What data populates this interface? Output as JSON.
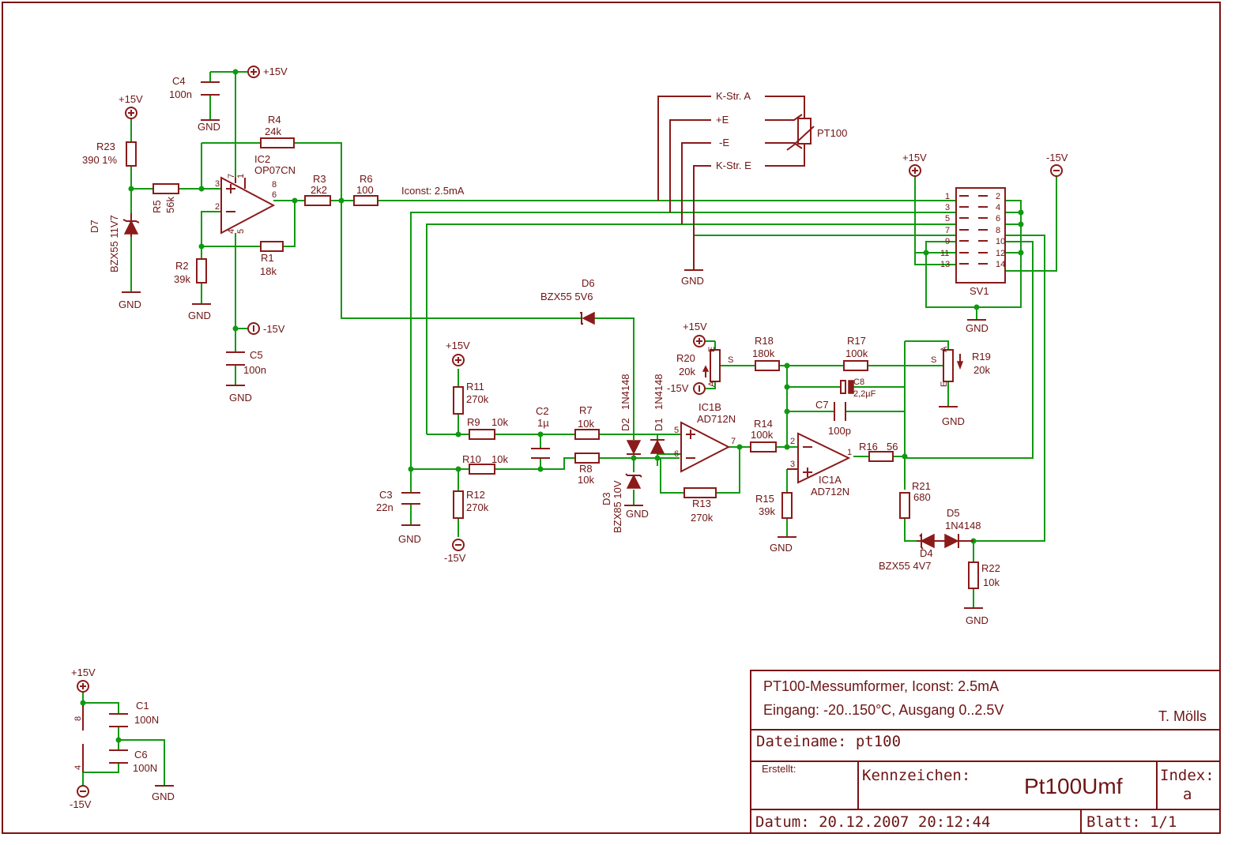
{
  "title_block": {
    "line1": "PT100-Messumformer, Iconst: 2.5mA",
    "line2": "Eingang: -20..150°C, Ausgang 0..2.5V",
    "author": "T. Mölls",
    "dateiname": "Dateiname:  pt100",
    "erstellt": "Erstellt:",
    "kennzeichen_label": "Kennzeichen:",
    "kennzeichen_value": "Pt100Umf",
    "index_label": "Index:",
    "index_value": "a",
    "datum": "Datum: 20.12.2007  20:12:44",
    "blatt": "Blatt:  1/1"
  },
  "net_labels": {
    "iconst": "Iconst: 2.5mA",
    "kstr_a": "K-Str. A",
    "plus_e": "+E",
    "minus_e": "-E",
    "kstr_e": "K-Str. E",
    "pt100": "PT100"
  },
  "supplies": {
    "plus15": "+15V",
    "minus15": "-15V",
    "gnd": "GND"
  },
  "components": {
    "C4": "C4",
    "C4v": "100n",
    "R23": "R23",
    "R23v": "390 1%",
    "D7": "D7",
    "D7v": "BZX55 11V7",
    "R5": "R5",
    "R5v": "56k",
    "R2": "R2",
    "R2v": "39k",
    "R4": "R4",
    "R4v": "24k",
    "IC2": "IC2",
    "IC2v": "OP07CN",
    "R1": "R1",
    "R1v": "18k",
    "R3": "R3",
    "R3v": "2k2",
    "R6": "R6",
    "R6v": "100",
    "C5": "C5",
    "C5v": "100n",
    "D6": "D6",
    "D6v": "BZX55 5V6",
    "R11": "R11",
    "R11v": "270k",
    "R9": "R9",
    "R9v": "10k",
    "C2": "C2",
    "C2v": "1µ",
    "R7": "R7",
    "R7v": "10k",
    "D2": "D2",
    "D2v": "1N4148",
    "D1": "D1",
    "D1v": "1N4148",
    "R10": "R10",
    "R10v": "10k",
    "R8": "R8",
    "R8v": "10k",
    "D3": "D3",
    "D3v": "BZX85 10V",
    "C3": "C3",
    "C3v": "22n",
    "R12": "R12",
    "R12v": "270k",
    "IC1B": "IC1B",
    "IC1Bv": "AD712N",
    "R13": "R13",
    "R13v": "270k",
    "R20": "R20",
    "R20v": "20k",
    "R18": "R18",
    "R18v": "180k",
    "R17": "R17",
    "R17v": "100k",
    "R19": "R19",
    "R19v": "20k",
    "C8": "C8",
    "C8v": "2,2µF",
    "C7": "C7",
    "C7v": "100p",
    "R14": "R14",
    "R14v": "100k",
    "IC1A": "IC1A",
    "IC1Av": "AD712N",
    "R16": "R16",
    "R16v": "56",
    "R15": "R15",
    "R15v": "39k",
    "R21": "R21",
    "R21v": "680",
    "D5": "D5",
    "D5v": "1N4148",
    "D4": "D4",
    "D4v": "BZX55 4V7",
    "R22": "R22",
    "R22v": "10k",
    "SV1": "SV1",
    "C1": "C1",
    "C1v": "100N",
    "C6": "C6",
    "C6v": "100N"
  },
  "pot_pins": {
    "s": "S",
    "a": "A",
    "e": "E"
  },
  "connector_pins_left": [
    "1",
    "3",
    "5",
    "7",
    "9",
    "11",
    "13"
  ],
  "connector_pins_right": [
    "2",
    "4",
    "6",
    "8",
    "10",
    "12",
    "14"
  ],
  "ic_pins": {
    "p1": "1",
    "p2": "2",
    "p3": "3",
    "p4": "4",
    "p5": "5",
    "p6": "6",
    "p7": "7",
    "p8": "8"
  }
}
